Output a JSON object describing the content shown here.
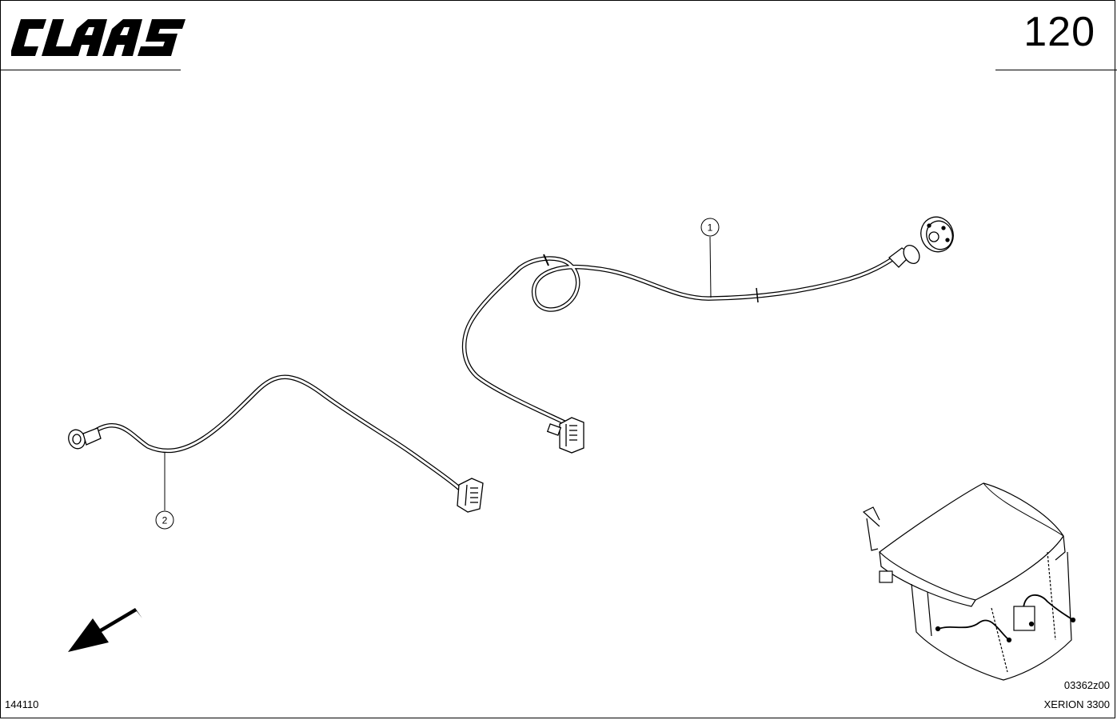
{
  "header": {
    "brand_logo_text": "CLAAS",
    "page_number": "120"
  },
  "callouts": [
    {
      "label": "1"
    },
    {
      "label": "2"
    }
  ],
  "footer": {
    "illustration_code": "144110",
    "drawing_ref": "03362z00",
    "model": "XERION 3300"
  },
  "icons": [
    "direction-arrow-icon",
    "cab-location-icon"
  ]
}
